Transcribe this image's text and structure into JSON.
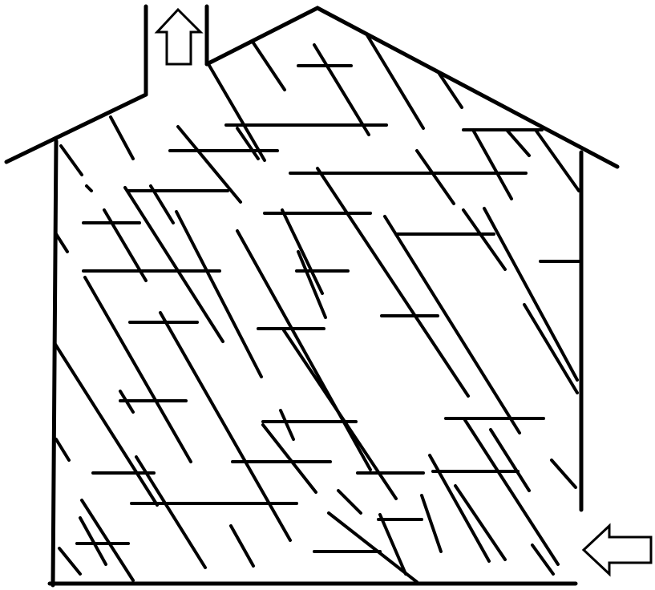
{
  "diagram": {
    "subject": "house",
    "arrows": [
      {
        "name": "chimney-exit-arrow",
        "direction": "up"
      },
      {
        "name": "side-entry-arrow",
        "direction": "left"
      }
    ],
    "colors": {
      "ink": "#000000",
      "background": "#ffffff"
    }
  }
}
